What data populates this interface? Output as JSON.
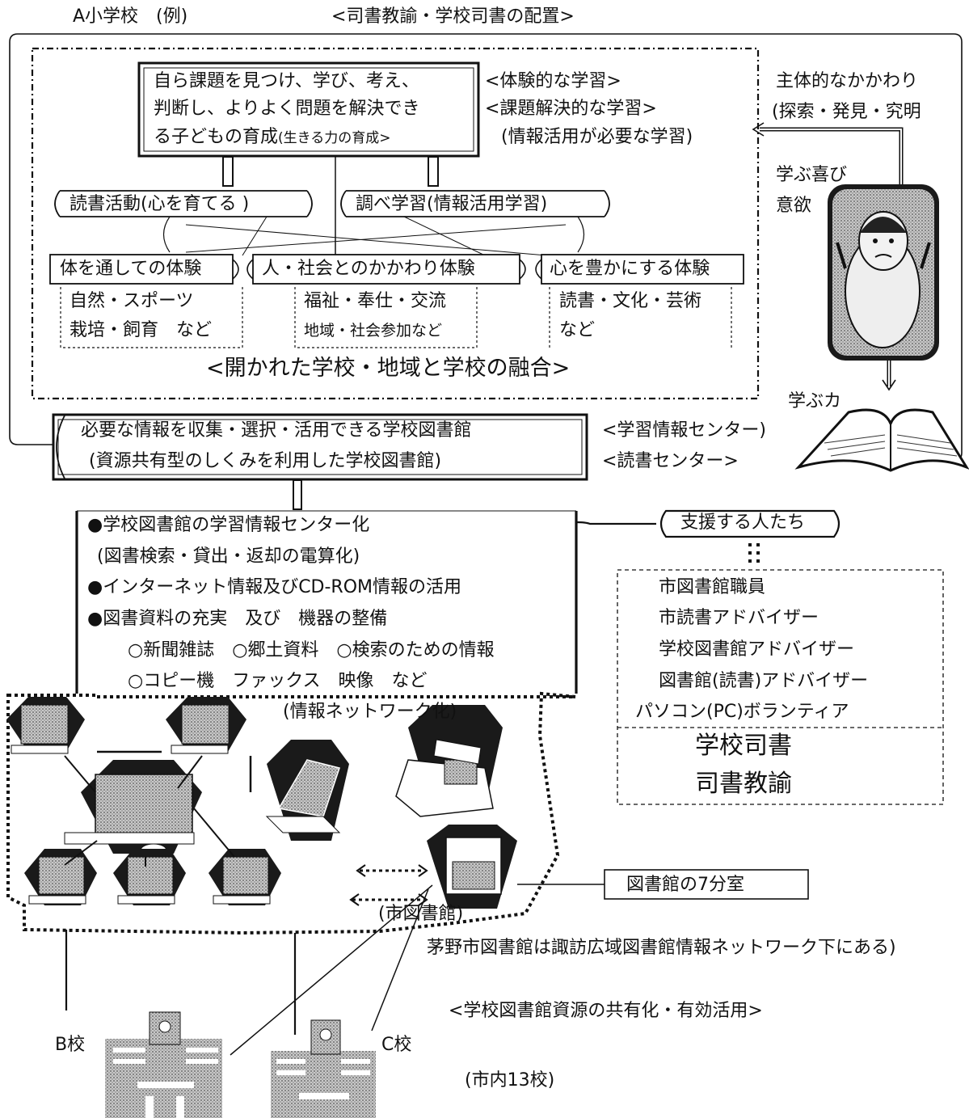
{
  "header": {
    "school_label": "A小学校　(例)",
    "staffing_title": "<司書教諭・学校司書の配置>"
  },
  "goal": {
    "line1": "自ら課題を見つけ、学び、考え、",
    "line2": "判断し、よりよく問題を解決でき",
    "line3": "る子どもの育成",
    "line3_small": "(生きる力の育成>"
  },
  "learning_types": {
    "experiential": "<体験的な学習>",
    "problem_solving": "<課題解決的な学習>",
    "info_needed": "(情報活用が必要な学習)"
  },
  "activities": {
    "reading": "読書活動(心を育てる )",
    "research": "調べ学習(情報活用学習)"
  },
  "experiences": {
    "body_title": "体を通しての体験",
    "body_line1": "自然・スポーツ",
    "body_line2": "栽培・飼育　など",
    "society_title": "人・社会とのかかわり体験",
    "society_line1": "福祉・奉仕・交流",
    "society_line2": "地域・社会参加など",
    "heart_title": "心を豊かにする体験",
    "heart_line1": "読書・文化・芸術",
    "heart_line2": "など"
  },
  "open_school": "<開かれた学校・地域と学校の融合>",
  "right_side": {
    "involvement_line1": "主体的なかかわり",
    "involvement_line2": "(探索・発見・究明",
    "joy_line1": "学ぶ喜び",
    "joy_line2": "意欲",
    "learning_power": "学ぶカ"
  },
  "library": {
    "line1": "必要な情報を収集・選択・活用できる学校図書館",
    "line2": "(資源共有型のしくみを利用した学校図書館)",
    "center1": "<学習情報センター)",
    "center2": "<読書センター>"
  },
  "features": [
    "●学校図書館の学習情報センター化",
    "(図書検索・貸出・返却の電算化)",
    "●インターネット情報及びCD-ROM情報の活用",
    "●図書資料の充実　及び　機器の整備",
    "○新聞雑誌　○郷土資料　○検索のための情報",
    "○コピー機　ファックス　映像　など"
  ],
  "support": {
    "title": "支援する人たち",
    "people": [
      "市図書館職員",
      "市読書アドバイザー",
      "学校図書館アドバイザー",
      "図書館(読書)アドバイザー",
      "パソコン(PC)ボランティア"
    ],
    "librarian": "学校司書",
    "teacher_librarian": "司書教諭"
  },
  "network": {
    "label": "(情報ネットワーク化)",
    "city_library": "(市図書館)",
    "branch": "図書館の7分室",
    "network_note": "茅野市図書館は諏訪広域図書館情報ネットワーク下にある)"
  },
  "schools": {
    "b": "B校",
    "c": "C校",
    "sharing": "<学校図書館資源の共有化・有効活用>",
    "count": "(市内13校)"
  },
  "colors": {
    "ink": "#111111",
    "paper": "#ffffff",
    "tone": "#9a9a9a",
    "dark": "#1a1a1a"
  }
}
